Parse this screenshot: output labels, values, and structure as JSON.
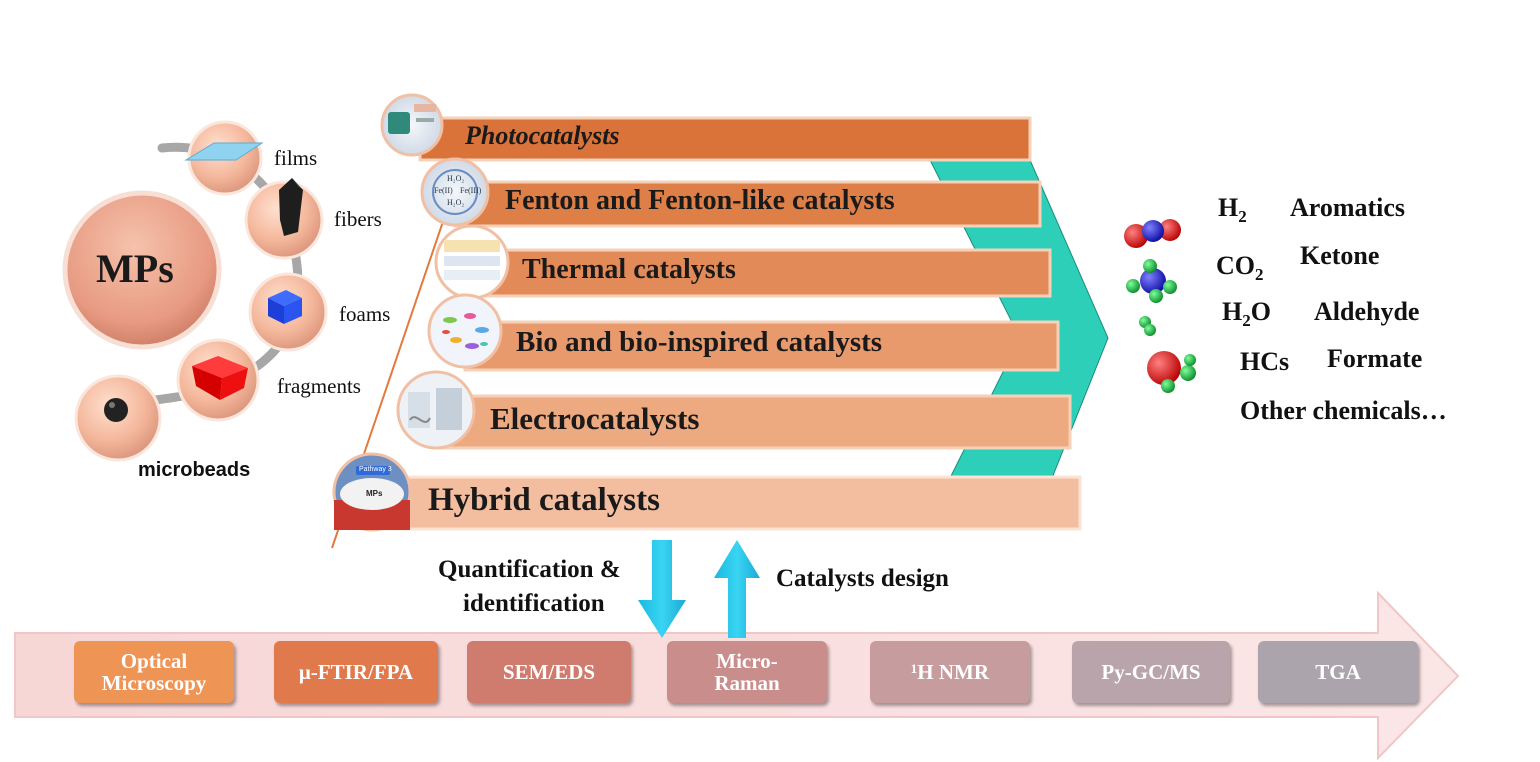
{
  "center": {
    "label": "MPs"
  },
  "mp_types": [
    {
      "label": "films",
      "icon": "film-sheet-icon"
    },
    {
      "label": "fibers",
      "icon": "fiber-icon"
    },
    {
      "label": "foams",
      "icon": "foam-cube-icon"
    },
    {
      "label": "fragments",
      "icon": "fragment-icon"
    },
    {
      "label": "microbeads",
      "icon": "bead-icon"
    }
  ],
  "catalysts": [
    {
      "label": "Photocatalysts",
      "color": "#d9733a"
    },
    {
      "label": "Fenton and Fenton-like catalysts",
      "color": "#df7f48"
    },
    {
      "label": "Thermal catalysts",
      "color": "#e38b58"
    },
    {
      "label": "Bio and bio-inspired catalysts",
      "color": "#e89a6c"
    },
    {
      "label": "Electrocatalysts",
      "color": "#eda980"
    },
    {
      "label": "Hybrid catalysts",
      "color": "#f3bea0"
    }
  ],
  "thumb_text": {
    "fenton": [
      "H₂O₂",
      "Fe(II)",
      "Fe(III)",
      "H₂O₂"
    ],
    "hybrid": [
      "Pathway 3",
      "MPs"
    ]
  },
  "products": {
    "items": [
      {
        "formula": "H",
        "sub": "2",
        "tail": ""
      },
      {
        "formula": "CO",
        "sub": "2",
        "tail": ""
      },
      {
        "formula": "H",
        "sub": "2",
        "tail": "O"
      },
      {
        "formula": "HCs",
        "sub": "",
        "tail": ""
      }
    ],
    "names": [
      "Aromatics",
      "Ketone",
      "Aldehyde",
      "Formate"
    ],
    "other": "Other chemicals…"
  },
  "arrows": {
    "down_label": "Quantification &",
    "down_label_2": "identification",
    "up_label": "Catalysts design"
  },
  "techniques": [
    {
      "label": "Optical\nMicroscopy",
      "color": "#ee9455"
    },
    {
      "label": "μ-FTIR/FPA",
      "color": "#e07a4c"
    },
    {
      "label": "SEM/EDS",
      "color": "#cf7c6e"
    },
    {
      "label": "Micro-\nRaman",
      "color": "#c98e8c"
    },
    {
      "label": "¹H NMR",
      "color": "#c79c9f"
    },
    {
      "label": "Py-GC/MS",
      "color": "#b9a4ab"
    },
    {
      "label": "TGA",
      "color": "#aba4ad"
    }
  ]
}
